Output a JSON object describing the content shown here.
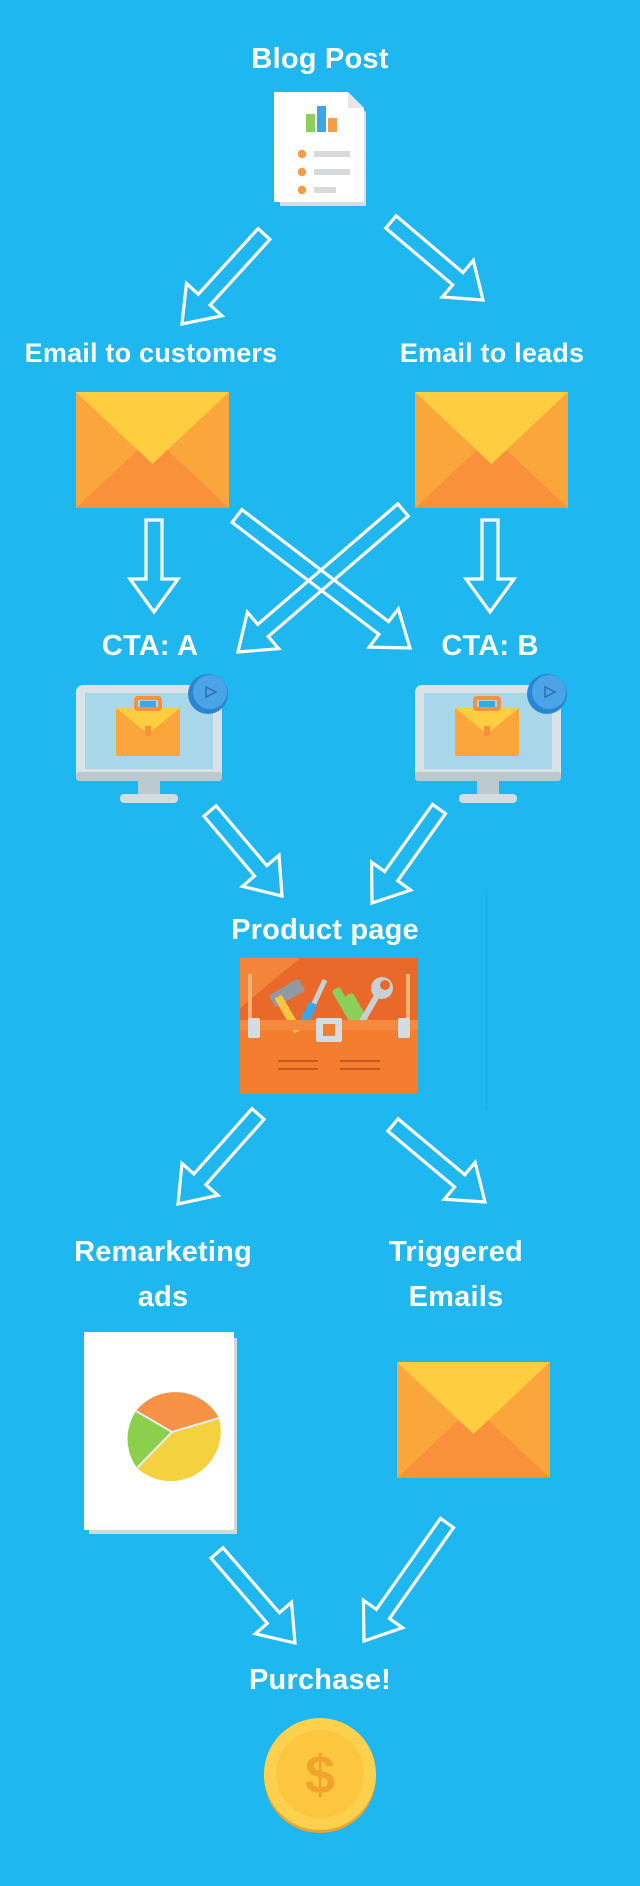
{
  "nodes": {
    "blog_post": {
      "label": "Blog Post",
      "icon": "blog-document-icon"
    },
    "email_customers": {
      "label": "Email to customers",
      "icon": "envelope-icon"
    },
    "email_leads": {
      "label": "Email to leads",
      "icon": "envelope-icon"
    },
    "cta_a": {
      "label": "CTA: A",
      "icon": "monitor-cta-icon"
    },
    "cta_b": {
      "label": "CTA: B",
      "icon": "monitor-cta-icon"
    },
    "product_page": {
      "label": "Product page",
      "icon": "toolbox-icon"
    },
    "remarketing": {
      "label_line1": "Remarketing",
      "label_line2": "ads",
      "icon": "pie-chart-document-icon"
    },
    "triggered": {
      "label_line1": "Triggered",
      "label_line2": "Emails",
      "icon": "envelope-icon"
    },
    "purchase": {
      "label": "Purchase!",
      "icon": "dollar-coin-icon",
      "coin_symbol": "$"
    }
  },
  "edges": [
    {
      "from": "Blog Post",
      "to": "Email to customers"
    },
    {
      "from": "Blog Post",
      "to": "Email to leads"
    },
    {
      "from": "Email to customers",
      "to": "CTA: A"
    },
    {
      "from": "Email to customers",
      "to": "CTA: B"
    },
    {
      "from": "Email to leads",
      "to": "CTA: A"
    },
    {
      "from": "Email to leads",
      "to": "CTA: B"
    },
    {
      "from": "CTA: A",
      "to": "Product page"
    },
    {
      "from": "CTA: B",
      "to": "Product page"
    },
    {
      "from": "Product page",
      "to": "Remarketing ads"
    },
    {
      "from": "Product page",
      "to": "Triggered Emails"
    },
    {
      "from": "Remarketing ads",
      "to": "Purchase!"
    },
    {
      "from": "Triggered Emails",
      "to": "Purchase!"
    }
  ],
  "colors": {
    "background": "#1fb7ef",
    "text": "#ffffff",
    "arrow_stroke": "#ffffff",
    "envelope_top": "#ffcd3f",
    "envelope_body": "#fba63a",
    "envelope_bottom": "#f9913b",
    "toolbox": "#f47d30",
    "coin": "#fdd04e",
    "coin_symbol": "#f1a42b"
  }
}
